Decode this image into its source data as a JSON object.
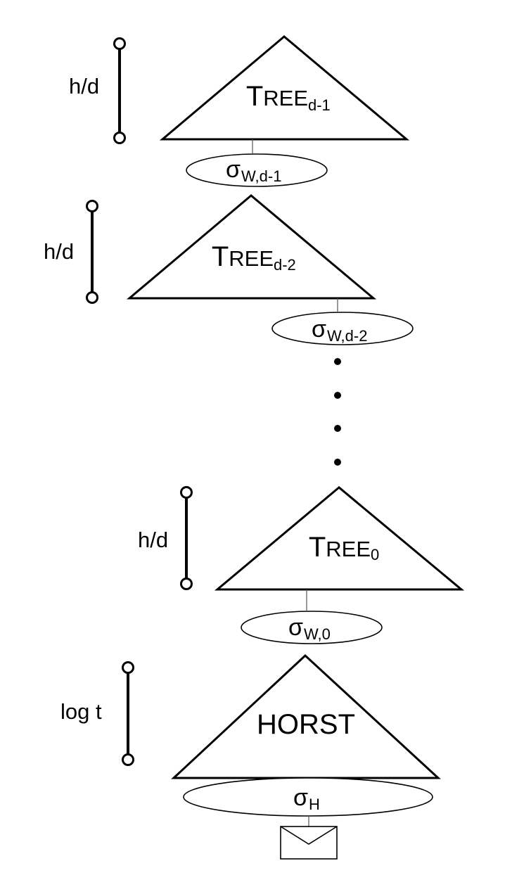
{
  "trees": [
    {
      "name": "TREE",
      "subscript": "d-1",
      "height_label": "h/d",
      "signature": {
        "symbol": "σ",
        "subscript": "W,d-1"
      }
    },
    {
      "name": "TREE",
      "subscript": "d-2",
      "height_label": "h/d",
      "signature": {
        "symbol": "σ",
        "subscript": "W,d-2"
      }
    },
    {
      "name": "TREE",
      "subscript": "0",
      "height_label": "h/d",
      "signature": {
        "symbol": "σ",
        "subscript": "W,0"
      }
    }
  ],
  "horst": {
    "label": "HORST",
    "height_label": "log t",
    "signature": {
      "symbol": "σ",
      "subscript": "H"
    }
  },
  "ellipsis": "vertical dots",
  "message_icon": "envelope-icon"
}
